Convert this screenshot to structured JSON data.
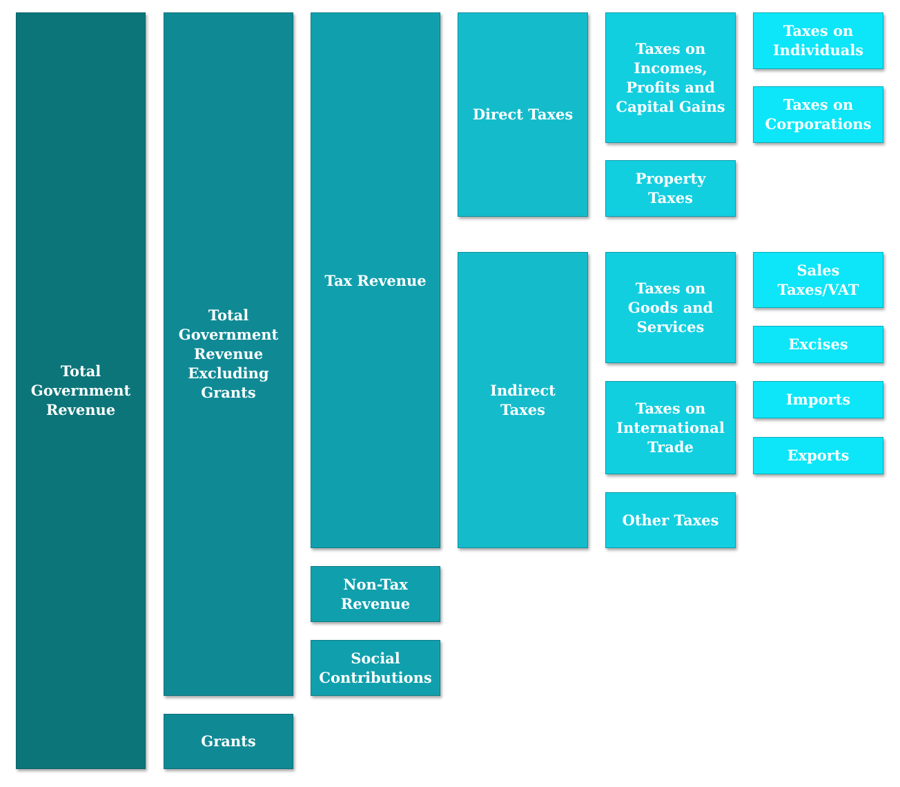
{
  "diagram": {
    "colors": {
      "level0": "#0c7579",
      "level1": "#0f8a95",
      "level2": "#10a0ad",
      "level3": "#14bccb",
      "level4": "#12cfe0",
      "level5": "#0ce6f8",
      "text": "#ffffff"
    },
    "nodes": {
      "total_government_revenue": "Total\nGovernment\nRevenue",
      "revenue_excluding_grants": "Total\nGovernment\nRevenue\nExcluding\nGrants",
      "grants": "Grants",
      "tax_revenue": "Tax Revenue",
      "non_tax_revenue": "Non-Tax\nRevenue",
      "social_contributions": "Social\nContributions",
      "direct_taxes": "Direct Taxes",
      "indirect_taxes": "Indirect\nTaxes",
      "taxes_on_incomes": "Taxes on\nIncomes,\nProfits and\nCapital Gains",
      "property_taxes": "Property\nTaxes",
      "taxes_on_goods_services": "Taxes on\nGoods and\nServices",
      "taxes_on_international_trade": "Taxes on\nInternational\nTrade",
      "other_taxes": "Other Taxes",
      "taxes_on_individuals": "Taxes on\nIndividuals",
      "taxes_on_corporations": "Taxes on\nCorporations",
      "sales_taxes_vat": "Sales\nTaxes/VAT",
      "excises": "Excises",
      "imports": "Imports",
      "exports": "Exports"
    }
  }
}
